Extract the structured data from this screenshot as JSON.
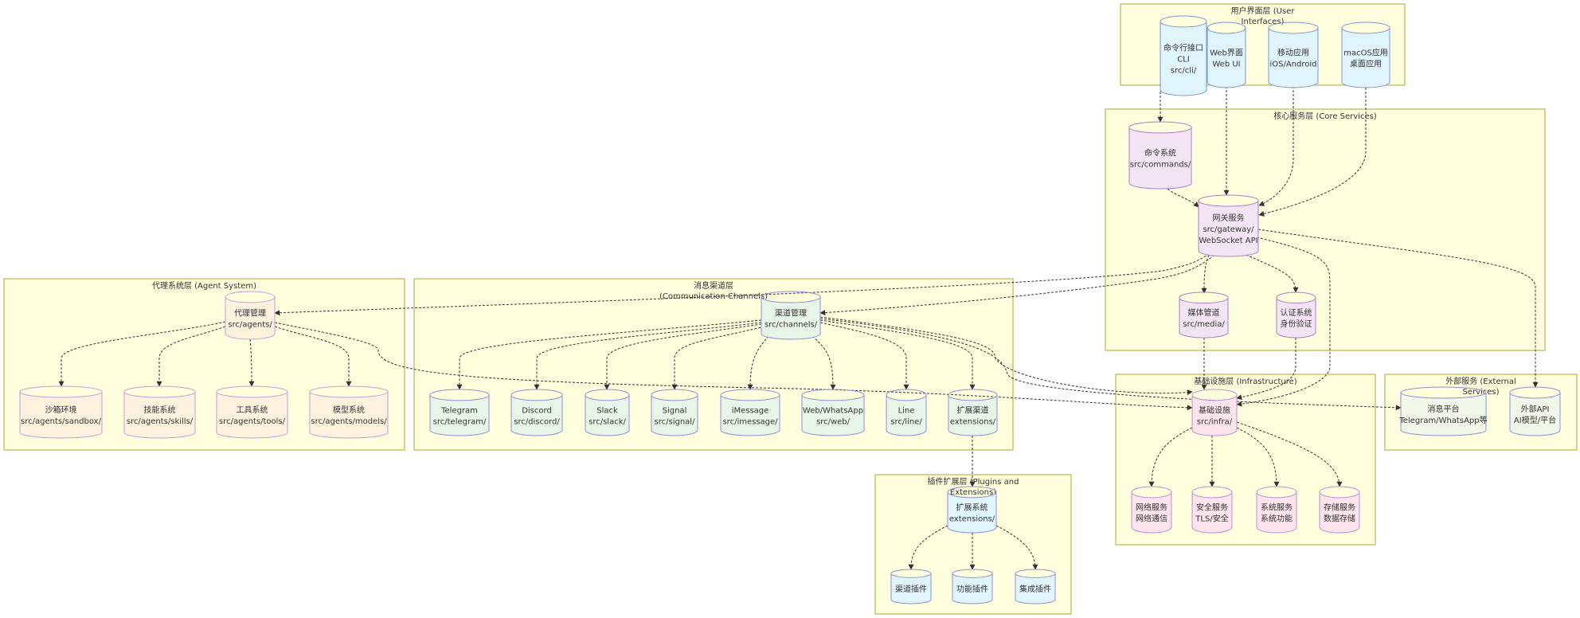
{
  "colors": {
    "cluster_fill": "#ffffde",
    "cluster_stroke": "#aaaa33",
    "user": {
      "fill": "#e1f5fe",
      "stroke": "#7b93d6"
    },
    "core": {
      "fill": "#f3e5f5",
      "stroke": "#b07bd0"
    },
    "agent": {
      "fill": "#fff3e0",
      "stroke": "#c79bd8"
    },
    "comm": {
      "fill": "#e8f5e9",
      "stroke": "#8f8fd8"
    },
    "infra": {
      "fill": "#fce4ec",
      "stroke": "#c08fd8"
    },
    "ext": {
      "fill": "#f1f8e9",
      "stroke": "#8f8fd8"
    },
    "plugin": {
      "fill": "#e1f5fe",
      "stroke": "#8f8fd8"
    }
  },
  "clusters": {
    "user": {
      "label": [
        "用户界面层 (User",
        "Interfaces)"
      ]
    },
    "core": {
      "label": [
        "核心服务层 (Core Services)"
      ]
    },
    "agent": {
      "label": [
        "代理系统层 (Agent System)"
      ]
    },
    "comm": {
      "label": [
        "消息渠道层",
        "(Communication Channels)"
      ]
    },
    "infra": {
      "label": [
        "基础设施层 (Infrastructure)"
      ]
    },
    "external": {
      "label": [
        "外部服务 (External",
        "Services)"
      ]
    },
    "plugin": {
      "label": [
        "插件扩展层 (Plugins and",
        "Extensions)"
      ]
    }
  },
  "nodes": {
    "cli": {
      "lines": [
        "命令行接口",
        "CLI",
        "src/cli/"
      ]
    },
    "webui": {
      "lines": [
        "Web界面",
        "Web UI"
      ]
    },
    "mobile": {
      "lines": [
        "移动应用",
        "iOS/Android"
      ]
    },
    "macos": {
      "lines": [
        "macOS应用",
        "桌面应用"
      ]
    },
    "commands": {
      "lines": [
        "命令系统",
        "src/commands/"
      ]
    },
    "gateway": {
      "lines": [
        "网关服务",
        "src/gateway/",
        "WebSocket API"
      ]
    },
    "media": {
      "lines": [
        "媒体管道",
        "src/media/"
      ]
    },
    "auth": {
      "lines": [
        "认证系统",
        "身份验证"
      ]
    },
    "agents": {
      "lines": [
        "代理管理",
        "src/agents/"
      ]
    },
    "sandbox": {
      "lines": [
        "沙箱环境",
        "src/agents/sandbox/"
      ]
    },
    "skills": {
      "lines": [
        "技能系统",
        "src/agents/skills/"
      ]
    },
    "tools": {
      "lines": [
        "工具系统",
        "src/agents/tools/"
      ]
    },
    "models": {
      "lines": [
        "模型系统",
        "src/agents/models/"
      ]
    },
    "channels": {
      "lines": [
        "渠道管理",
        "src/channels/"
      ]
    },
    "telegram": {
      "lines": [
        "Telegram",
        "src/telegram/"
      ]
    },
    "discord": {
      "lines": [
        "Discord",
        "src/discord/"
      ]
    },
    "slack": {
      "lines": [
        "Slack",
        "src/slack/"
      ]
    },
    "signal": {
      "lines": [
        "Signal",
        "src/signal/"
      ]
    },
    "imessage": {
      "lines": [
        "iMessage",
        "src/imessage/"
      ]
    },
    "web": {
      "lines": [
        "Web/WhatsApp",
        "src/web/"
      ]
    },
    "line": {
      "lines": [
        "Line",
        "src/line/"
      ]
    },
    "extch": {
      "lines": [
        "扩展渠道",
        "extensions/"
      ]
    },
    "infra": {
      "lines": [
        "基础设施",
        "src/infra/"
      ]
    },
    "network": {
      "lines": [
        "网络服务",
        "网络通信"
      ]
    },
    "security": {
      "lines": [
        "安全服务",
        "TLS/安全"
      ]
    },
    "system": {
      "lines": [
        "系统服务",
        "系统功能"
      ]
    },
    "storage": {
      "lines": [
        "存储服务",
        "数据存储"
      ]
    },
    "msgplatform": {
      "lines": [
        "消息平台",
        "Telegram/WhatsApp等"
      ]
    },
    "extapi": {
      "lines": [
        "外部API",
        "AI模型/平台"
      ]
    },
    "extsys": {
      "lines": [
        "扩展系统",
        "extensions/"
      ]
    },
    "chplugin": {
      "lines": [
        "渠道插件"
      ]
    },
    "featplugin": {
      "lines": [
        "功能插件"
      ]
    },
    "intplugin": {
      "lines": [
        "集成插件"
      ]
    }
  }
}
